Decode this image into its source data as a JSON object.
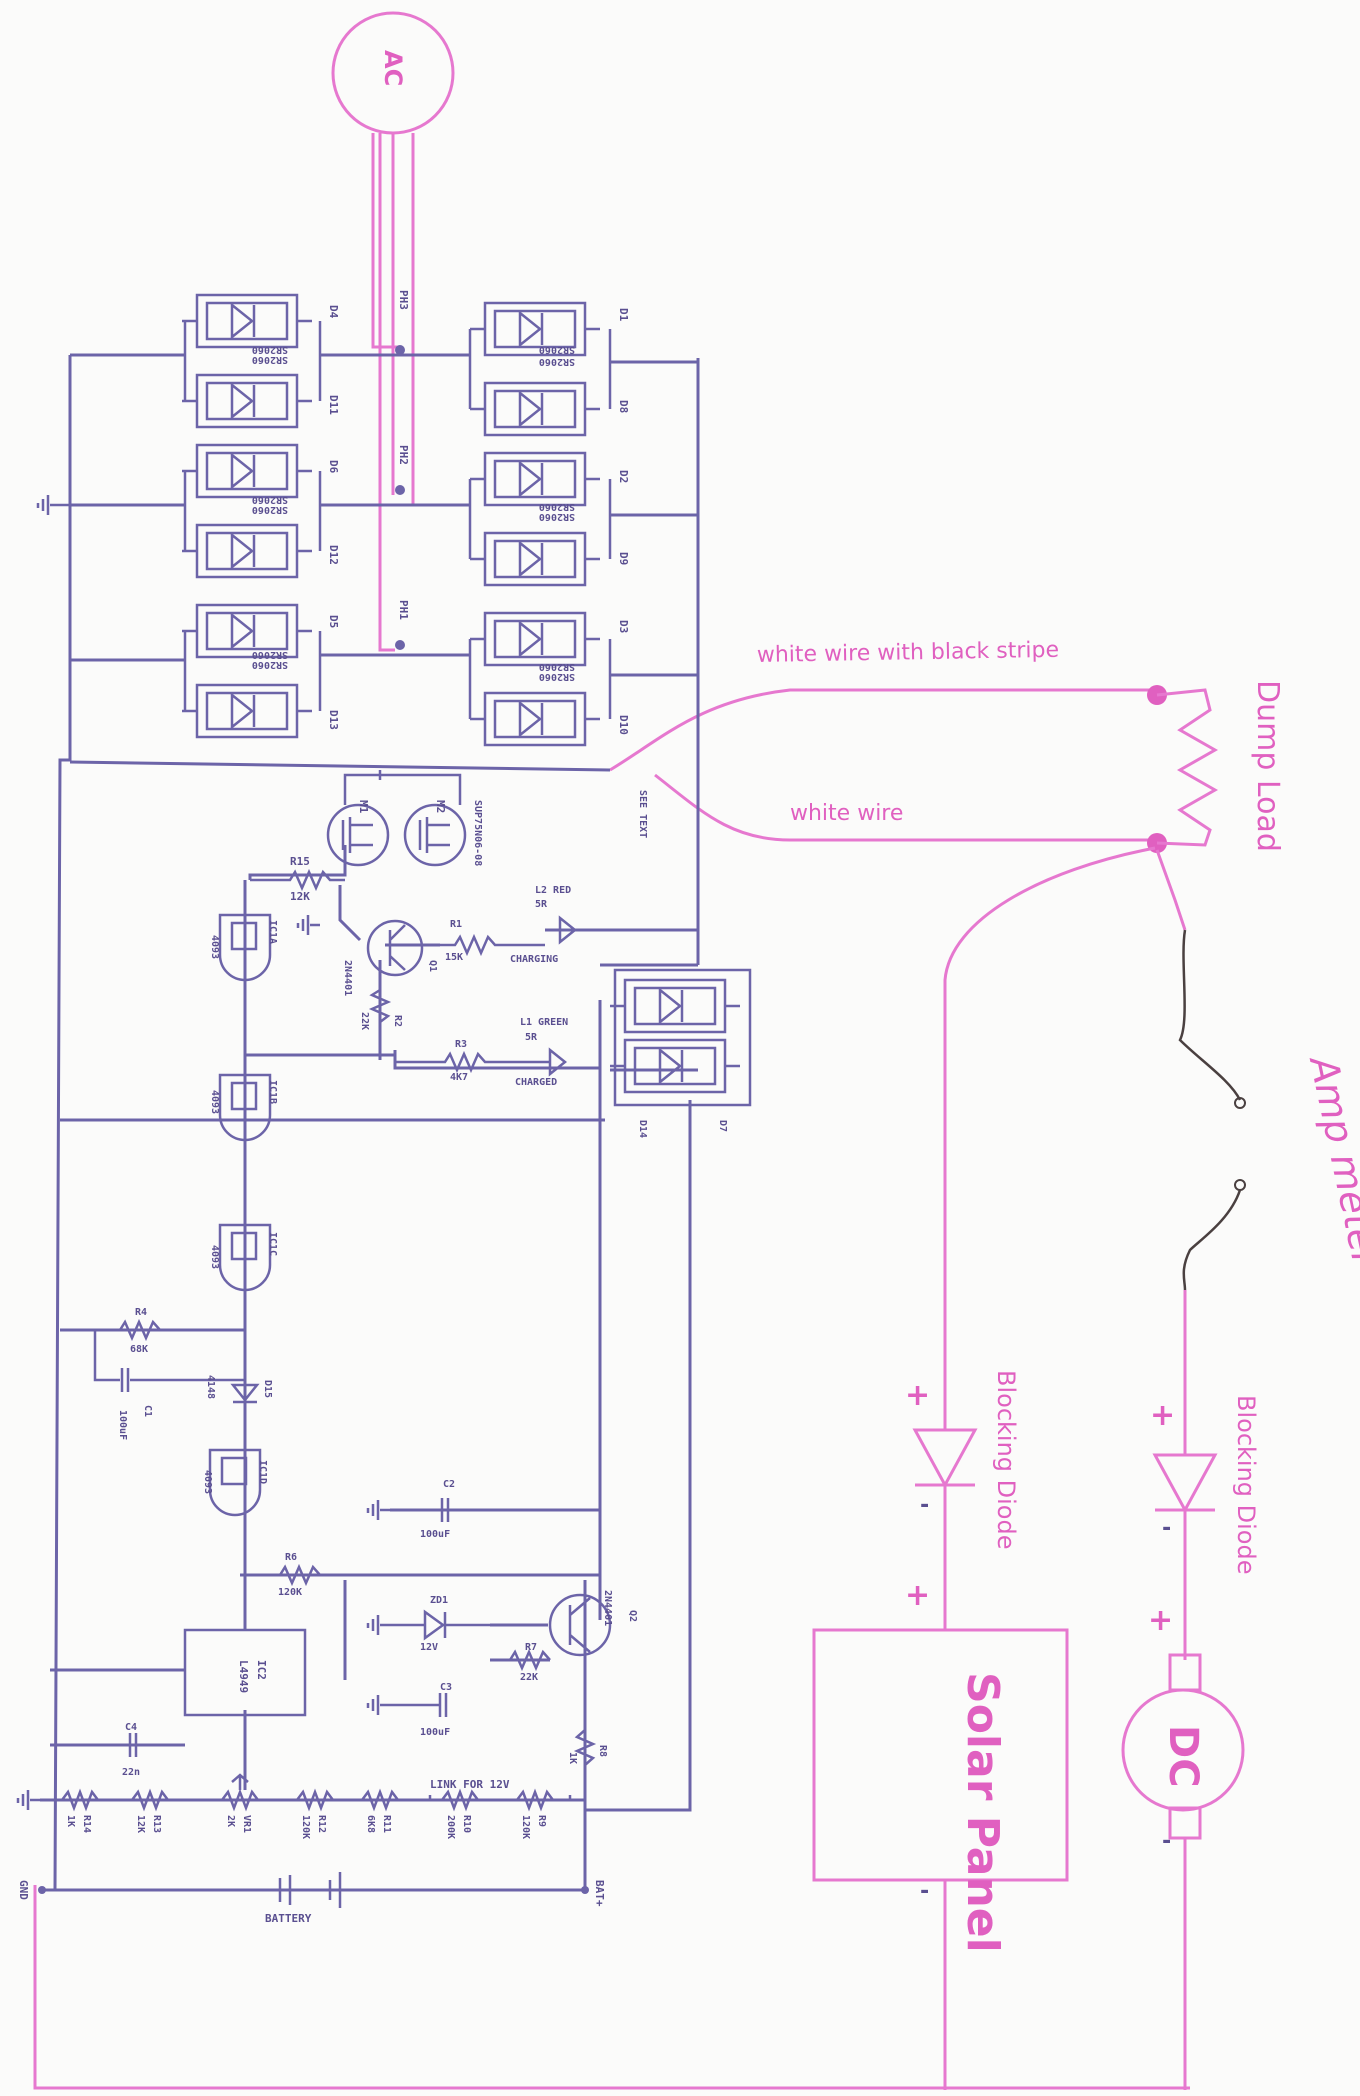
{
  "labels": {
    "ac": "AC",
    "dc": "DC",
    "dump_load": "Dump Load",
    "white_black_stripe": "white wire with black stripe",
    "white_wire": "white wire",
    "amp_meter": "Amp meter",
    "blocking_diode": "Blocking Diode",
    "solar_panel": "Solar Panel",
    "plus": "+",
    "minus": "-",
    "battery": "BATTERY",
    "bat_plus": "BAT+",
    "gnd": "GND"
  },
  "rectifier": {
    "part_label": "SR2060",
    "left_diodes": [
      "D4",
      "D11",
      "D6",
      "D12",
      "D5",
      "D13"
    ],
    "right_diodes": [
      "D1",
      "D8",
      "D2",
      "D9",
      "D3",
      "D10"
    ],
    "phases": [
      "PH3",
      "PH2",
      "PH1"
    ]
  },
  "control": {
    "mosfet_part": "SUP75N06-08",
    "mosfets": [
      "M1",
      "M2"
    ],
    "see_text": "SEE TEXT",
    "r15": [
      "R15",
      "12K"
    ],
    "ic1a": [
      "IC1A",
      "4093"
    ],
    "ic1b": [
      "IC1B",
      "4093"
    ],
    "ic1c": [
      "IC1C",
      "4093"
    ],
    "ic1d": [
      "IC1D",
      "4093"
    ],
    "q1": [
      "Q1",
      "2N4401"
    ],
    "q2": [
      "Q2",
      "2N4401"
    ],
    "r1": [
      "R1",
      "15K"
    ],
    "r2": [
      "R2",
      "22K"
    ],
    "r3": [
      "R3",
      "4K7"
    ],
    "l2": [
      "L2 RED",
      "5R"
    ],
    "l2_note": "CHARGING",
    "l1": [
      "L1 GREEN",
      "5R"
    ],
    "l1_note": "CHARGED",
    "d7": "D7",
    "d14": "D14",
    "r4": [
      "R4",
      "68K"
    ],
    "c1": [
      "C1",
      "100uF"
    ],
    "d15": [
      "D15",
      "4148"
    ],
    "c2": [
      "C2",
      "100uF"
    ],
    "r6": [
      "R6",
      "120K"
    ],
    "zd1": [
      "ZD1",
      "12V"
    ],
    "r7": [
      "R7",
      "22K"
    ],
    "ic2": [
      "IC2",
      "L4949"
    ],
    "c3": [
      "C3",
      "100uF"
    ],
    "c4": [
      "C4",
      "22n"
    ],
    "r8": [
      "R8",
      "1K"
    ],
    "r14": [
      "R14",
      "1K"
    ],
    "r13": [
      "R13",
      "12K"
    ],
    "vr1": [
      "VR1",
      "2K"
    ],
    "r12": [
      "R12",
      "120K"
    ],
    "r11": [
      "R11",
      "6K8"
    ],
    "r10": [
      "R10",
      "200K"
    ],
    "r9": [
      "R9",
      "120K"
    ],
    "link": "LINK FOR 12V"
  }
}
